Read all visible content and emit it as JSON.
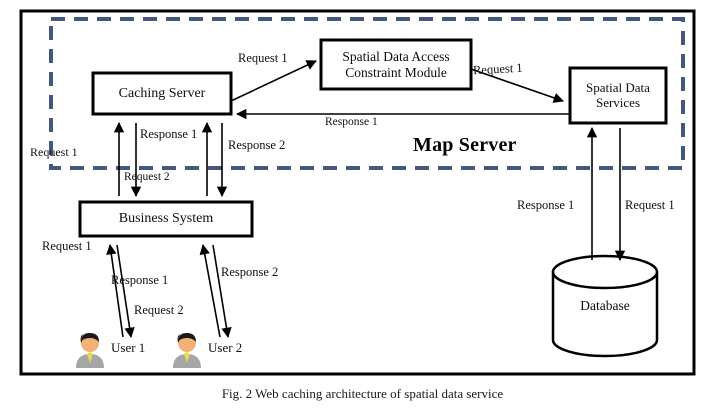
{
  "figure": {
    "caption": "Fig. 2 Web caching architecture of spatial data service",
    "top_cut_text": ""
  },
  "colors": {
    "outer_border": "#000000",
    "dashed_boundary": "#44587f",
    "box_border": "#000000",
    "text": "#111111",
    "avatar_hair": "#1a1a1a",
    "avatar_skin": "#f2b274",
    "avatar_suit": "#9e9e9e",
    "avatar_tie": "#e8d84a"
  },
  "boundary": {
    "label": "Map Server"
  },
  "nodes": [
    {
      "id": "caching-server",
      "label": "Caching Server"
    },
    {
      "id": "spatial-data-access-constraint-module",
      "label": "Spatial Data Access\nConstraint Module",
      "line1": "Spatial Data Access",
      "line2": "Constraint Module"
    },
    {
      "id": "spatial-data-services",
      "label": "Spatial Data Services",
      "line1": "Spatial Data",
      "line2": "Services"
    },
    {
      "id": "business-system",
      "label": "Business System"
    },
    {
      "id": "database",
      "label": "Database"
    },
    {
      "id": "user-1",
      "label": "User 1"
    },
    {
      "id": "user-2",
      "label": "User 2"
    }
  ],
  "edge_labels": {
    "caching_to_constraint": "Request 1",
    "constraint_to_services": "Request 1",
    "services_to_caching": "Response 1",
    "business_to_caching_request1": "Request 1",
    "caching_to_business_response1": "Response 1",
    "caching_to_business_request2": "Request 2",
    "business_response2": "Response 2",
    "user1_request1": "Request 1",
    "user1_response1": "Response 1",
    "user2_request2": "Request 2",
    "user2_response2": "Response 2",
    "db_response1": "Response 1",
    "db_request1": "Request 1"
  }
}
